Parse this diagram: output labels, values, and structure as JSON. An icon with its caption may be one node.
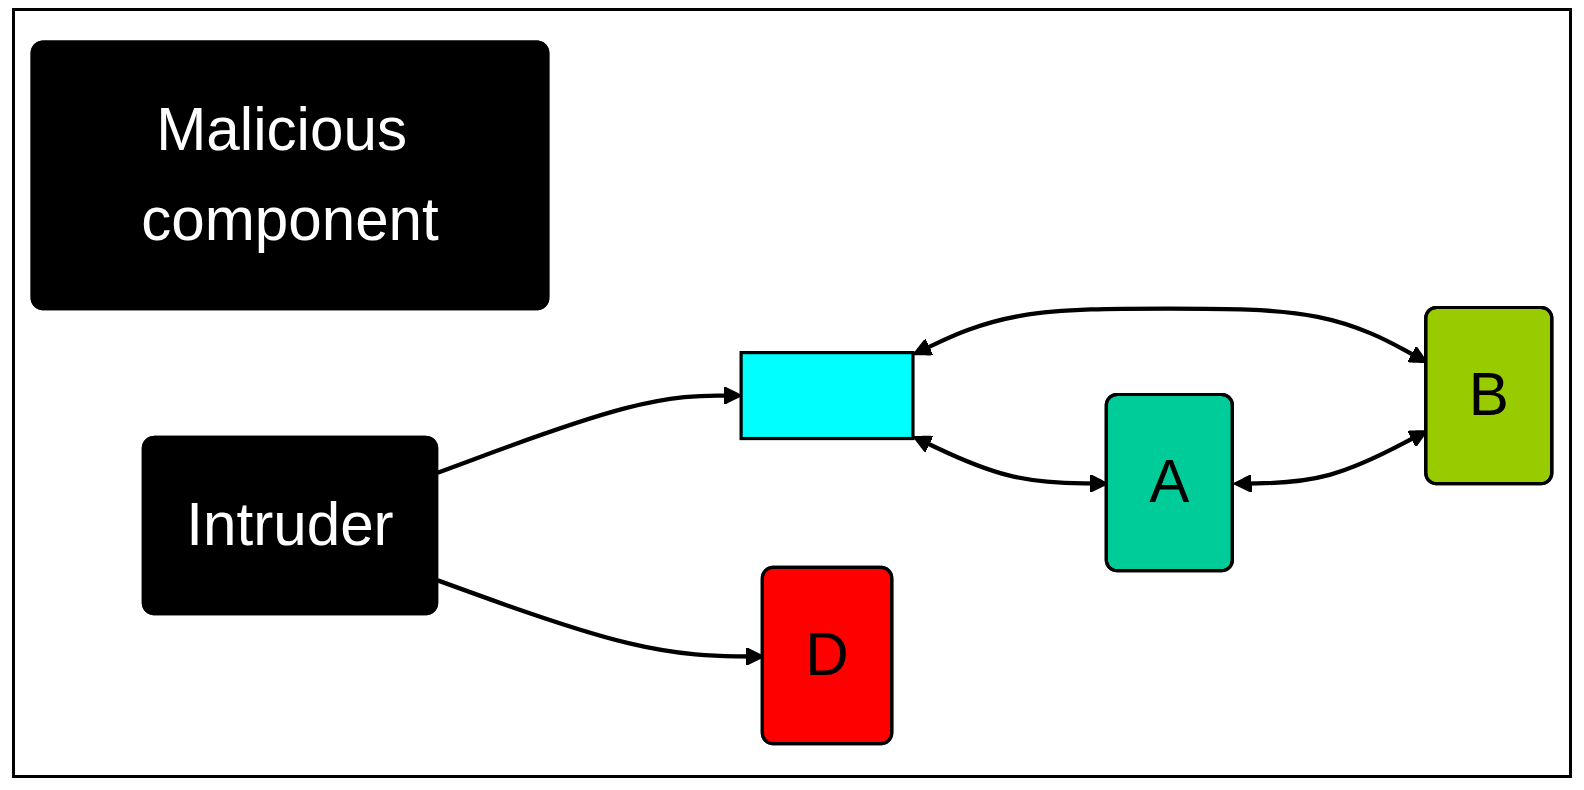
{
  "diagram": {
    "nodes": [
      {
        "text": [
          "Malicious component"
        ]
      },
      {
        "text": [],
        "shape": "box"
      },
      {
        "text": [
          "Intruder"
        ]
      },
      {
        "text": [
          "D"
        ]
      },
      {
        "text": [
          "A"
        ]
      },
      {
        "text": [
          "B"
        ]
      }
    ],
    "edges": [
      {
        "from": 2,
        "to": 1,
        "arrow": "to"
      },
      {
        "from": 2,
        "to": 3,
        "arrow": "to"
      },
      {
        "from": 1,
        "to": 4,
        "arrow": "both"
      },
      {
        "from": 1,
        "to": 5,
        "arrow": "both"
      },
      {
        "from": 4,
        "to": 5,
        "arrow": "both"
      }
    ]
  }
}
